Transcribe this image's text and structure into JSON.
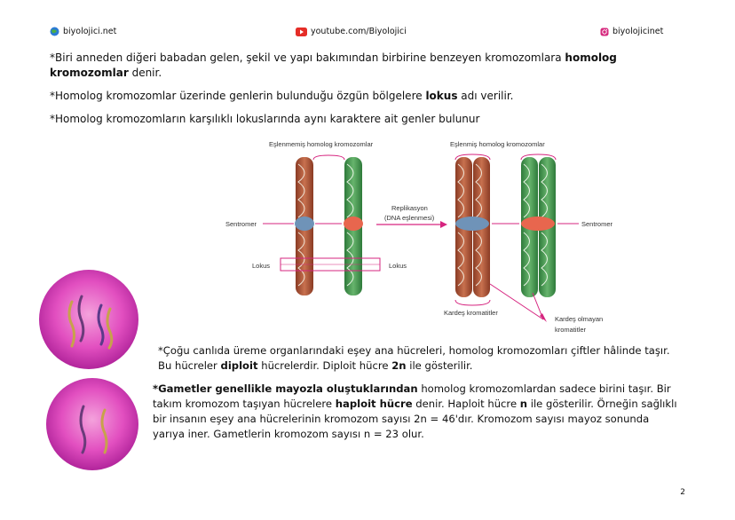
{
  "header": {
    "left": "biyolojici.net",
    "center": "youtube.com/Biyolojici",
    "right": "biyolojicinet"
  },
  "paragraphs": [
    {
      "pre": "*Biri anneden diğeri babadan gelen, şekil ve yapı bakımından birbirine benzeyen kromozomlara ",
      "bold": "homolog kromozomlar",
      "post": " denir."
    },
    {
      "pre": "*Homolog kromozomlar üzerinde genlerin bulunduğu özgün bölgelere ",
      "bold": "lokus",
      "post": " adı verilir."
    },
    {
      "pre": "*Homolog kromozomların karşılıklı lokuslarında aynı karaktere ait genler bulunur",
      "bold": "",
      "post": ""
    }
  ],
  "diagram": {
    "unpaired_title": "Eşlenmemiş homolog kromozomlar",
    "paired_title": "Eşlenmiş homolog kromozomlar",
    "replication_line1": "Replikasyon",
    "replication_line2": "(DNA eşlenmesi)",
    "centromere_left": "Sentromer",
    "centromere_right": "Sentromer",
    "locus_left": "Lokus",
    "locus_right": "Lokus",
    "sister": "Kardeş kromatitler",
    "nonsister_line1": "Kardeş olmayan",
    "nonsister_line2": "kromatitler",
    "colors": {
      "maternal": "#b85a3c",
      "paternal": "#4a9a54",
      "centromere_a": "#6f93b8",
      "centromere_b": "#e8664e",
      "accent": "#d6247f"
    }
  },
  "para_diploid": {
    "line1": "*Çoğu canlıda üreme organlarındaki eşey ana hücreleri, homolog kromozomları çiftler hâlinde taşır.",
    "l2_pre": "Bu hücreler ",
    "l2_b1": "diploit",
    "l2_mid": " hücrelerdir. Diploit hücre ",
    "l2_b2": "2n",
    "l2_post": " ile gösterilir."
  },
  "para_gamete": {
    "b1": "*Gametler genellikle mayozla oluştuklarından",
    "l1_post": " homolog kromozomlardan sadece birini taşır. Bir",
    "l2_pre": "takım kromozom taşıyan hücrelere ",
    "l2_b": "haploit hücre",
    "l2_mid": " denir. Haploit hücre ",
    "l2_n": "n",
    "l2_post": " ile gösterilir. Örneğin sağlıklı",
    "line3": "bir insanın eşey ana hücrelerinin kromozom sayısı 2n = 46'dır. Kromozom sayısı mayoz sonunda",
    "line4": "yarıya iner. Gametlerin kromozom sayısı n = 23 olur."
  },
  "page_number": "2"
}
